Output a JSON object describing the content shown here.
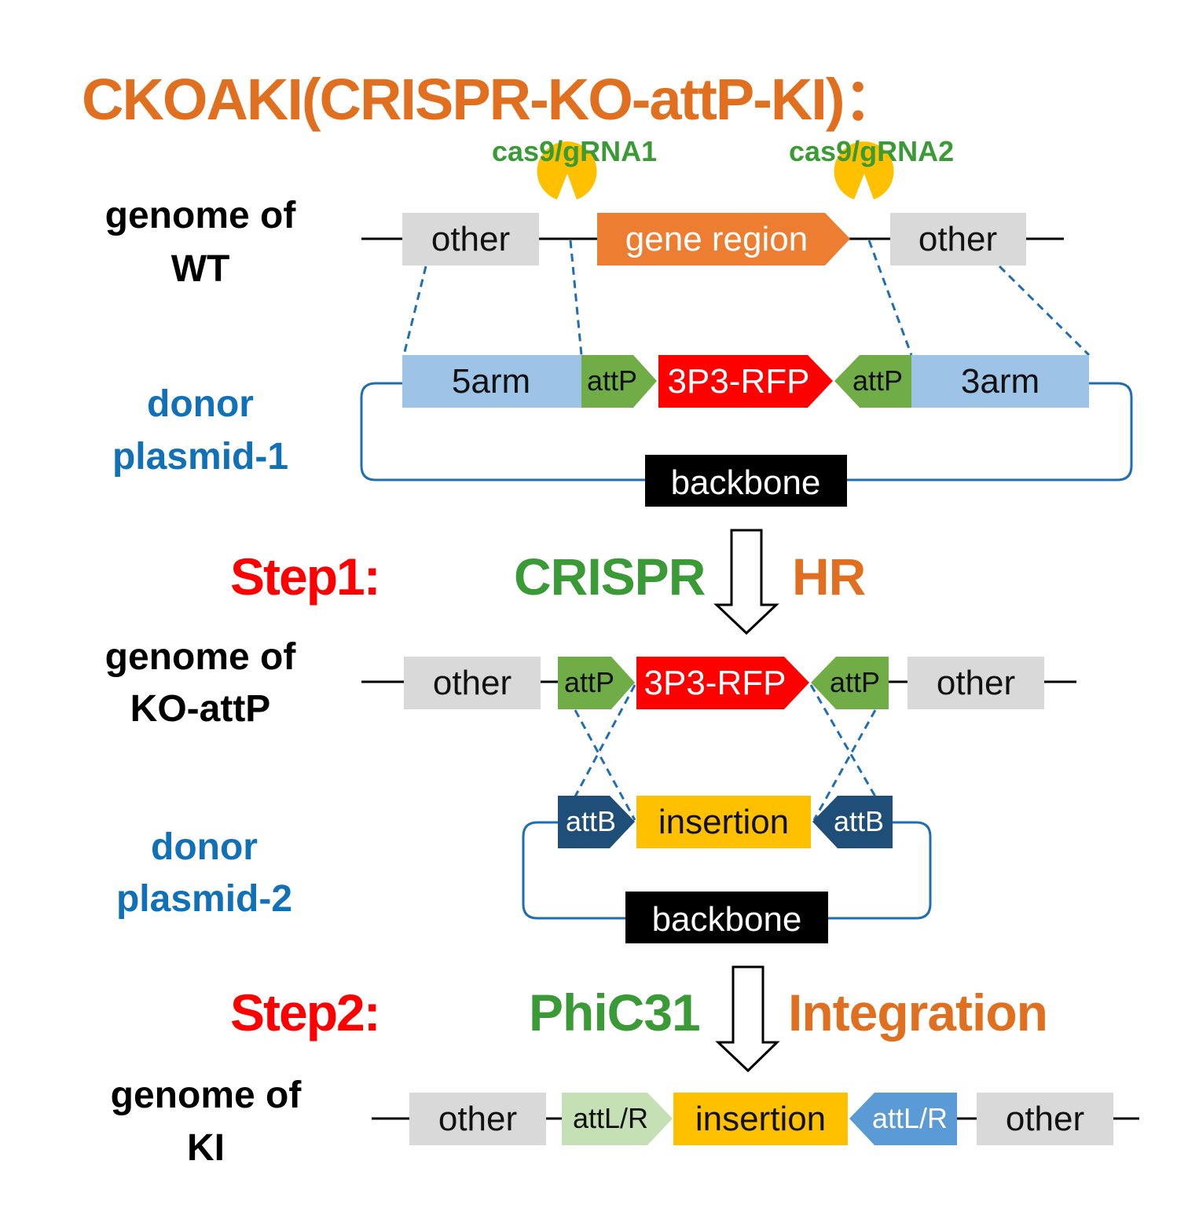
{
  "title": "CKOAKI(CRISPR-KO-attP-KI)：",
  "cas9": {
    "g1": "cas9/gRNA1",
    "g2": "cas9/gRNA2",
    "color": "#FFC000"
  },
  "rows": {
    "wt": {
      "label1": "genome of",
      "label2": "WT"
    },
    "donor1": {
      "label1": "donor",
      "label2": "plasmid-1"
    },
    "koattp": {
      "label1": "genome of",
      "label2": "KO-attP"
    },
    "donor2": {
      "label1": "donor",
      "label2": "plasmid-2"
    },
    "ki": {
      "label1": "genome of",
      "label2": "KI"
    }
  },
  "wt": {
    "other_left": "other",
    "gene_region": "gene region",
    "other_right": "other"
  },
  "donor1": {
    "arm5": "5arm",
    "attp_left": "attP",
    "rfp": "3P3-RFP",
    "attp_right": "attP",
    "arm3": "3arm",
    "backbone": "backbone"
  },
  "step1": {
    "label": "Step1:",
    "method": "CRISPR",
    "mechanism": "HR"
  },
  "koattp": {
    "other_left": "other",
    "attp_left": "attP",
    "rfp": "3P3-RFP",
    "attp_right": "attP",
    "other_right": "other"
  },
  "donor2": {
    "attb_left": "attB",
    "insertion": "insertion",
    "attb_right": "attB",
    "backbone": "backbone"
  },
  "step2": {
    "label": "Step2:",
    "method": "PhiC31",
    "mechanism": "Integration"
  },
  "ki": {
    "other_left": "other",
    "attl_left": "attL/R",
    "insertion": "insertion",
    "attl_right": "attL/R",
    "other_right": "other"
  },
  "colors": {
    "title": "#E07020",
    "gene_region": "#ED7D31",
    "rfp": "#FF0000",
    "attp": "#70AD47",
    "arm": "#9DC3E6",
    "attb": "#1F4E79",
    "insertion": "#FFC000",
    "attl_left": "#C5E0B4",
    "attl_right": "#5B9BD5",
    "other": "#D9D9D9",
    "backbone": "#000000",
    "dash": "#1F6EB4"
  }
}
